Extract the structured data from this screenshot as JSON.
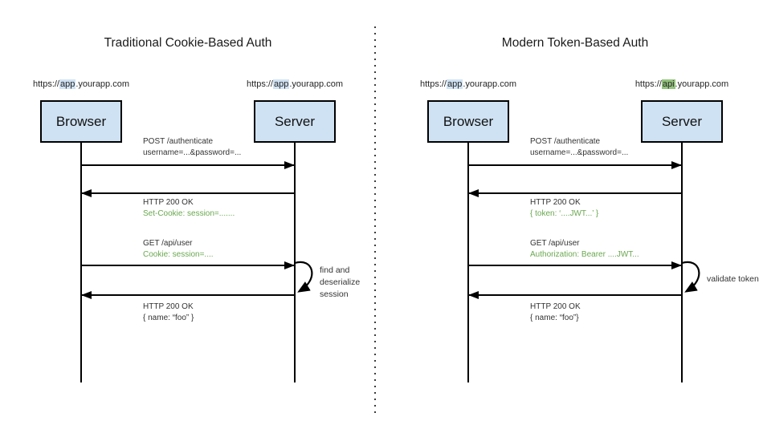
{
  "colors": {
    "box_fill": "#cfe2f3",
    "highlight_blue": "#cfe2f3",
    "highlight_green": "#93c47d",
    "green_text": "#6aa84f",
    "divider": "#3c3c3c"
  },
  "panels": [
    {
      "title": "Traditional Cookie-Based Auth",
      "browser": {
        "label": "Browser",
        "url_prefix": "https://",
        "url_sub": "app",
        "url_rest": ".yourapp.com"
      },
      "server": {
        "label": "Server",
        "url_prefix": "https://",
        "url_sub": "app",
        "url_rest": ".yourapp.com"
      },
      "messages": [
        {
          "line1": "POST /authenticate",
          "line2": "username=...&password=..."
        },
        {
          "line1": "HTTP 200 OK",
          "line2": "Set-Cookie: session=......."
        },
        {
          "line1": "GET /api/user",
          "line2": "Cookie: session=...."
        },
        {
          "line1": "HTTP 200 OK",
          "line2": "{  name: “foo” }"
        }
      ],
      "loop": {
        "lines": [
          "find and",
          "deserialize",
          "session"
        ]
      }
    },
    {
      "title": "Modern Token-Based Auth",
      "browser": {
        "label": "Browser",
        "url_prefix": "https://",
        "url_sub": "app",
        "url_rest": ".yourapp.com"
      },
      "server": {
        "label": "Server",
        "url_prefix": "https://",
        "url_sub": "api",
        "url_rest": ".yourapp.com"
      },
      "messages": [
        {
          "line1": "POST /authenticate",
          "line2": "username=...&password=..."
        },
        {
          "line1": "HTTP 200 OK",
          "line2": "{ token: ‘....JWT...’ }"
        },
        {
          "line1": "GET /api/user",
          "line2": "Authorization: Bearer ....JWT..."
        },
        {
          "line1": "HTTP 200 OK",
          "line2": "{ name: “foo”}"
        }
      ],
      "loop": {
        "lines": [
          "validate token"
        ]
      }
    }
  ]
}
